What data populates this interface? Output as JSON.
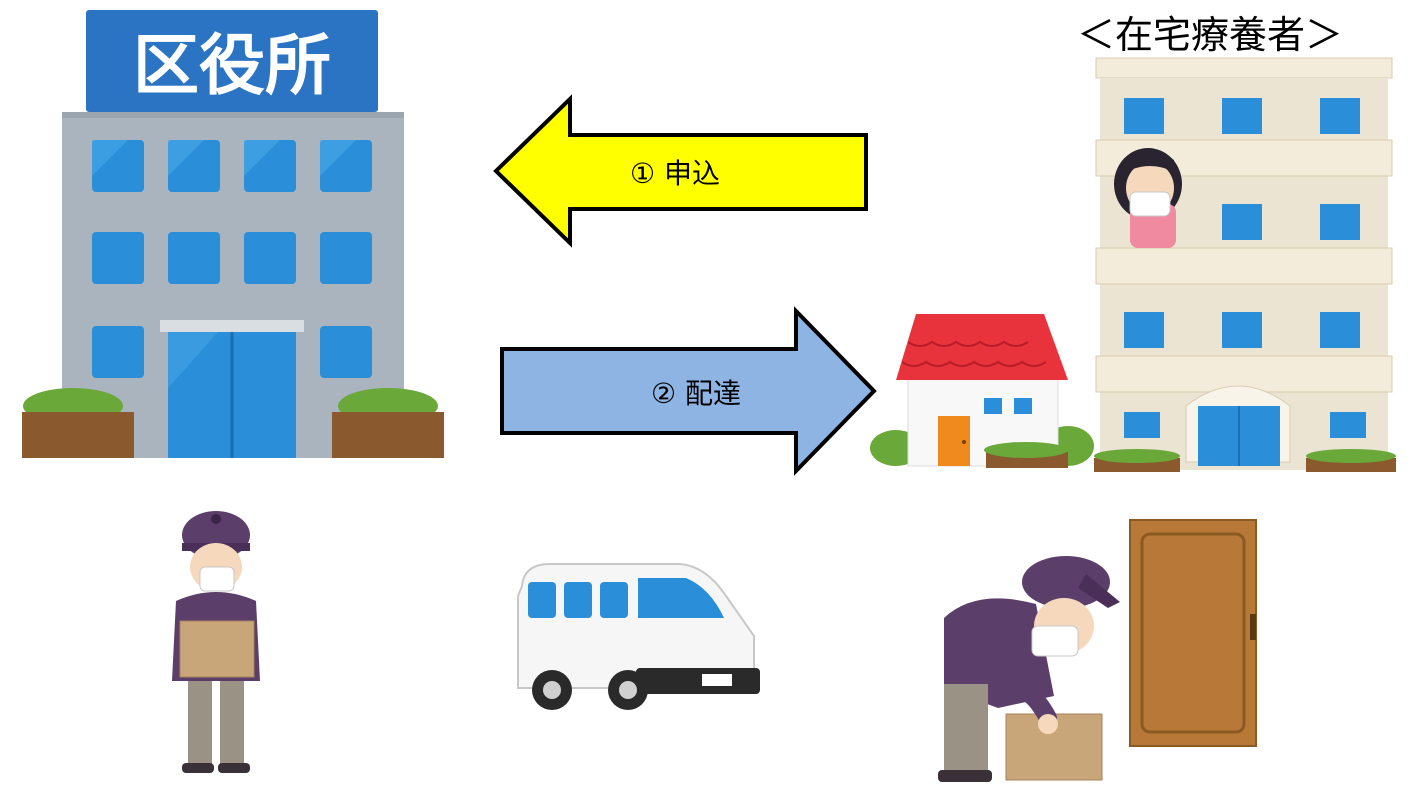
{
  "ward_office": {
    "sign": "区役所"
  },
  "arrows": {
    "apply": {
      "label": "① 申込",
      "color": "#ffff00"
    },
    "deliver": {
      "label": "② 配達",
      "color": "#8eb4e3"
    }
  },
  "home_patient": {
    "caption": "＜在宅療養者＞"
  },
  "colors": {
    "building_gray": "#aab4bf",
    "window_blue": "#2a8fd8",
    "apartment_beige": "#ece4d2",
    "house_roof": "#e8323c",
    "uniform_purple": "#5b3f6a",
    "door_brown": "#b87838",
    "box_tan": "#c9a57a"
  }
}
